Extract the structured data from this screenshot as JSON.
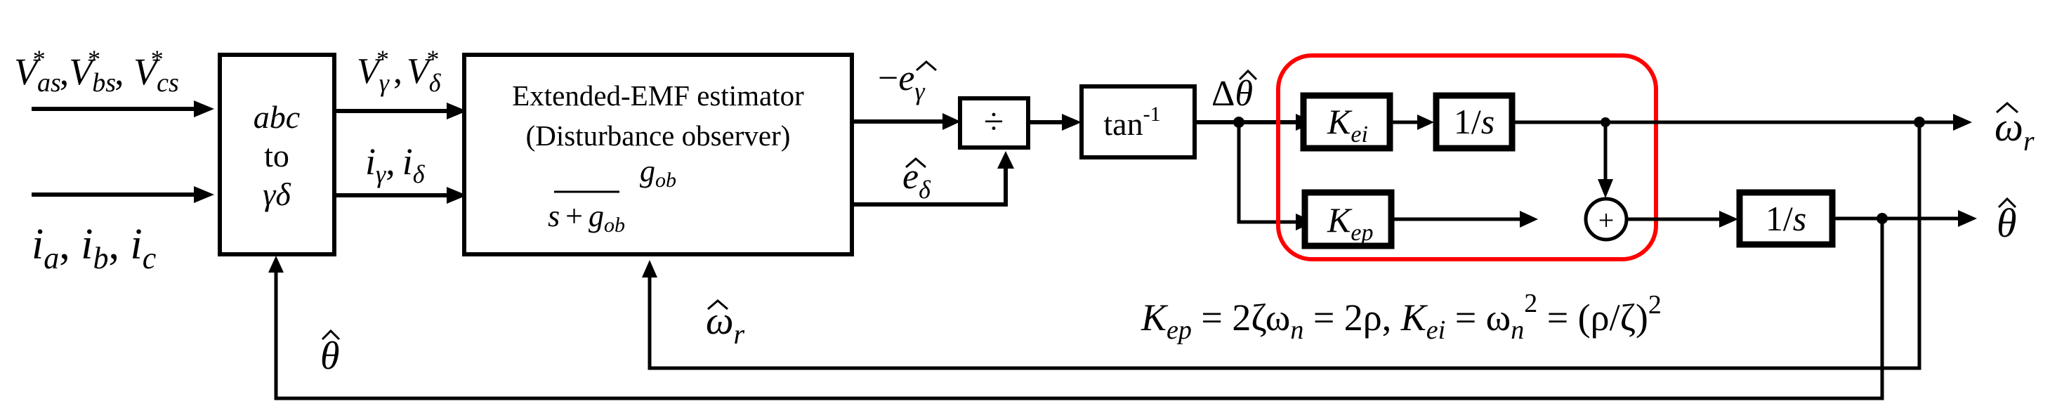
{
  "diagram": {
    "title": "Extended-EMF sensorless position/speed estimator block diagram",
    "accent_color": "#ff0000",
    "line_color": "#000000",
    "inputs": {
      "voltage_refs": {
        "base": "V",
        "parts": [
          {
            "sub": "as",
            "sup": "*"
          },
          {
            "sub": "bs",
            "sup": "*"
          },
          {
            "sub": "cs",
            "sup": "*"
          }
        ]
      },
      "currents": {
        "base": "i",
        "parts": [
          {
            "sub": "a"
          },
          {
            "sub": "b"
          },
          {
            "sub": "c"
          }
        ]
      }
    },
    "blocks": {
      "transform": {
        "line1": "abc",
        "line2": "to",
        "line3": "γδ"
      },
      "estimator": {
        "line1": "Extended-EMF estimator",
        "line2": "(Disturbance observer)",
        "numerator": "g",
        "numerator_sub": "ob",
        "denominator_s": "s",
        "denominator_plus": "+",
        "denominator_g": "g",
        "denominator_sub": "ob"
      },
      "divide": {
        "symbol": "÷"
      },
      "arctan": {
        "text": "tan",
        "sup": "-1"
      },
      "kei": {
        "base": "K",
        "sub": "ei"
      },
      "integrator_inner": {
        "text": "1/",
        "var": "s"
      },
      "kep": {
        "base": "K",
        "sub": "ep"
      },
      "sum": {
        "symbol": "+"
      },
      "integrator_outer": {
        "text": "1/",
        "var": "s"
      }
    },
    "signals": {
      "v_gamma_delta": {
        "base": "V",
        "sub1": "γ",
        "sup1": "*",
        "sep": ",",
        "sub2": "δ",
        "sup2": "*"
      },
      "i_gamma_delta": {
        "base": "i",
        "sub1": "γ",
        "sep": ",",
        "sub2": "δ"
      },
      "neg_e_gamma": {
        "minus": "−",
        "base": "e",
        "hat": "^",
        "sub": "γ"
      },
      "e_delta": {
        "base": "e",
        "hat": "^",
        "sub": "δ"
      },
      "delta_theta": {
        "delta": "Δ",
        "base": "θ",
        "hat": "^"
      },
      "omega_r_out": {
        "base": "ω",
        "hat": "^",
        "sub": "r"
      },
      "theta_out": {
        "base": "θ",
        "hat": "^"
      },
      "omega_r_feedback": {
        "base": "ω",
        "hat": "^",
        "sub": "r"
      },
      "theta_feedback": {
        "base": "θ",
        "hat": "^"
      }
    },
    "gain_equation": {
      "kep": "K",
      "kep_sub": "ep",
      "eq1": " = 2ζω",
      "n1": "n",
      "eq2": " = 2ρ,  ",
      "kei": "K",
      "kei_sub": "ei",
      "eq3": " = ω",
      "n2": "n",
      "sq1": "2",
      "eq4": " = (ρ/ζ)",
      "sq2": "2"
    }
  }
}
